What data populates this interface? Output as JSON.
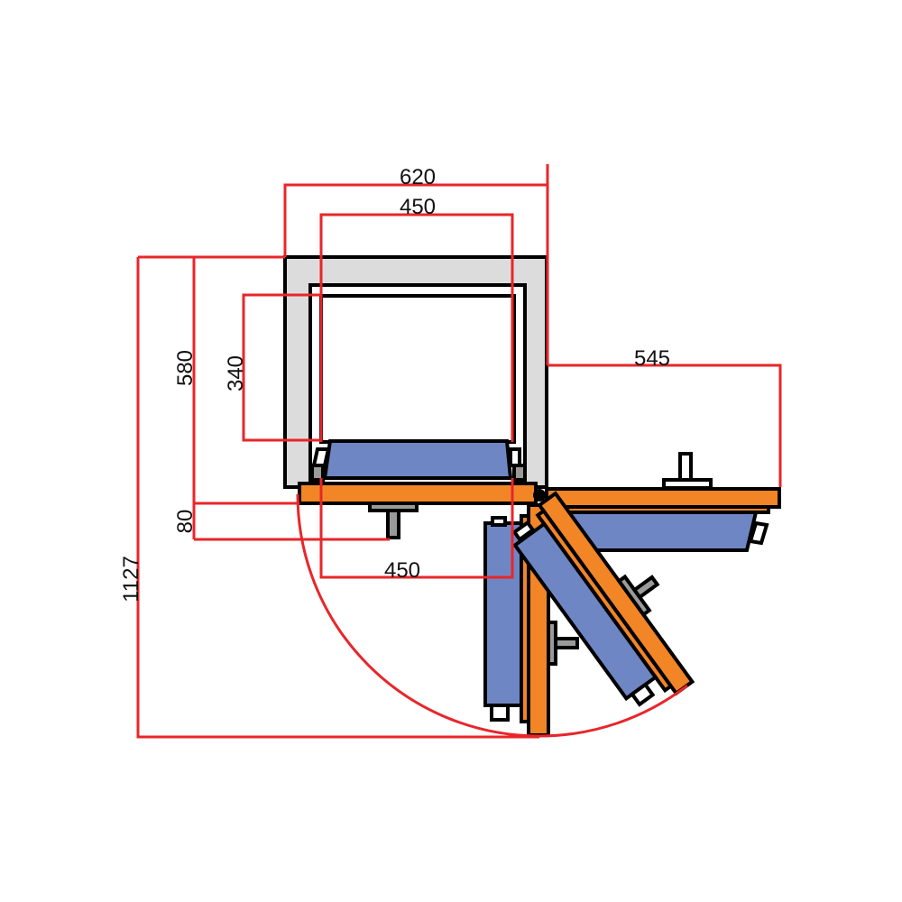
{
  "dimensions": {
    "cabinet_width": "620",
    "inner_width_top": "450",
    "door_open_reach": "545",
    "cabinet_depth": "580",
    "inner_height": "340",
    "handle_offset": "80",
    "total_depth_open": "1127",
    "tray_width_bottom": "450"
  },
  "colors": {
    "dimension_line": "#e8262a",
    "door": "#f28526",
    "tray": "#6f86c4",
    "cabinet": "#dddddd"
  }
}
